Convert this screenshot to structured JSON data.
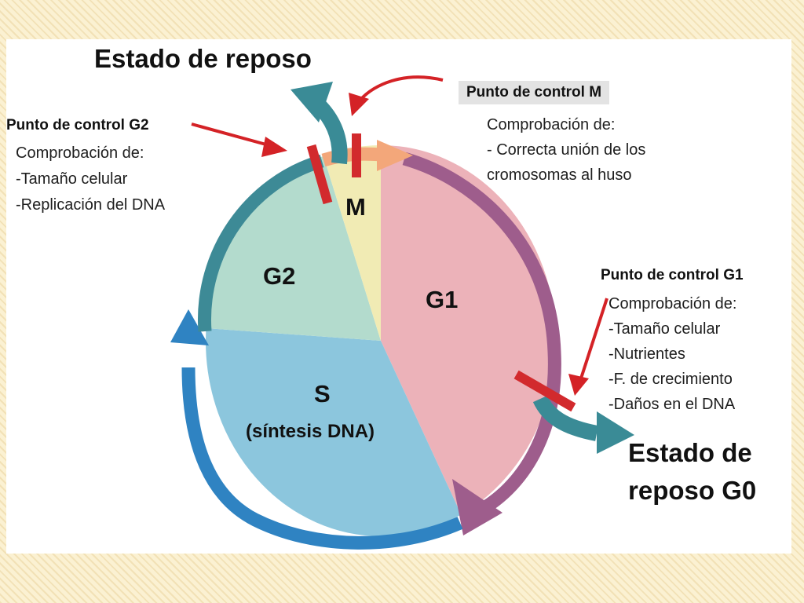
{
  "colors": {
    "g1_fill": "#ecb2b9",
    "g2_fill": "#b3dbcd",
    "s_fill": "#8cc6dd",
    "m_fill": "#f1ebb4",
    "g1_arrow": "#9e5d8c",
    "s_arrow": "#2f83c2",
    "g2_arrow": "#3d8a96",
    "m_arrow": "#f3a77a",
    "rest_arrow": "#3a8b96",
    "checkpoint": "#d22a2d",
    "pointer": "#d42226"
  },
  "phases": {
    "m": "M",
    "g1": "G1",
    "g2": "G2",
    "s": "S",
    "s_sub": "(síntesis DNA)"
  },
  "rest_top": "Estado de reposo",
  "rest_g0": [
    "Estado de",
    "reposo G0"
  ],
  "checkpoint_g2": {
    "title": "Punto de control G2",
    "lines": [
      "Comprobación de:",
      "-Tamaño celular",
      "-Replicación del DNA"
    ]
  },
  "checkpoint_m": {
    "title": "Punto de control M",
    "lines": [
      "Comprobación de:",
      "- Correcta unión de los",
      "cromosomas al huso"
    ]
  },
  "checkpoint_g1": {
    "title": "Punto de control G1",
    "lines": [
      "Comprobación de:",
      "-Tamaño celular",
      "-Nutrientes",
      "-F. de crecimiento",
      "-Daños en el DNA"
    ]
  }
}
